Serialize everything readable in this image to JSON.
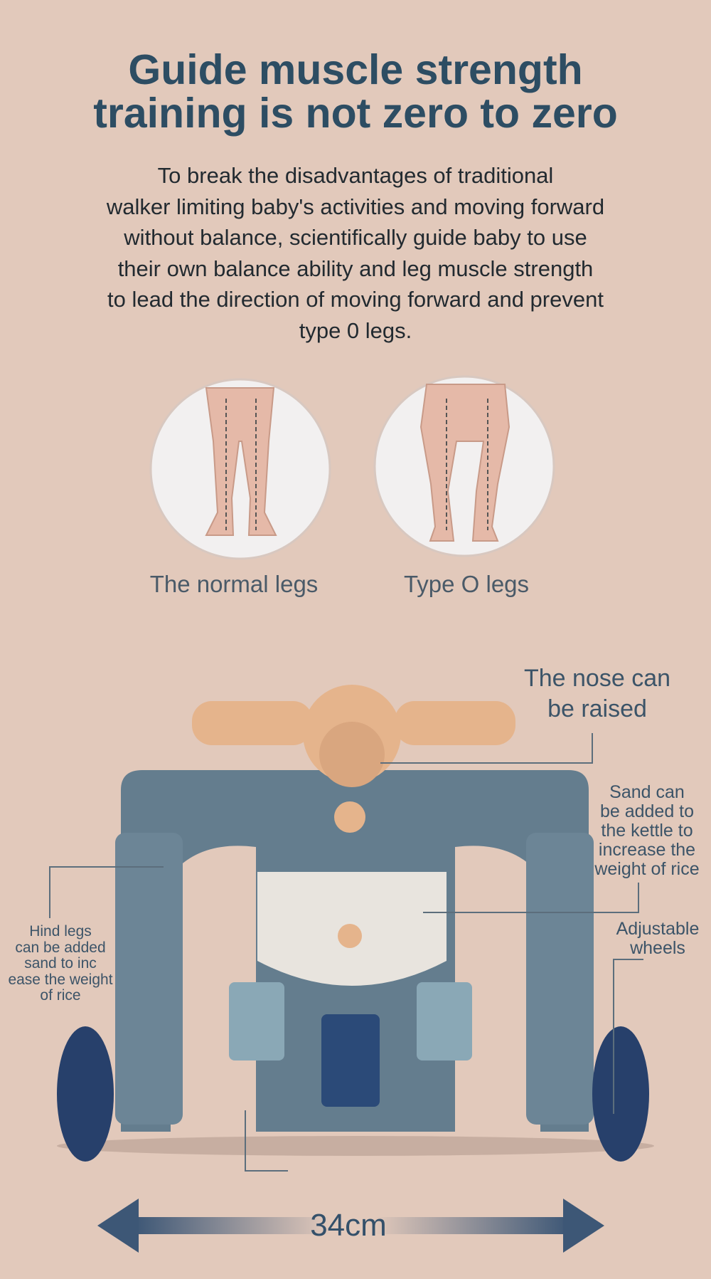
{
  "title": {
    "line1": "Guide muscle strength",
    "line2": "training is not zero to zero"
  },
  "description": [
    "To break the disadvantages of traditional",
    "walker limiting baby's activities and moving forward",
    "without balance, scientifically guide baby to use",
    "their own balance ability and leg muscle strength",
    "to lead the direction of moving forward and prevent",
    "type 0 legs."
  ],
  "comparison": {
    "normal_label": "The normal legs",
    "o_label": "Type O legs"
  },
  "annotations": {
    "nose": [
      "The nose can",
      "be raised"
    ],
    "kettle": [
      "Sand can",
      "be added to",
      "the kettle to",
      "increase the",
      "weight of rice"
    ],
    "wheels": [
      "Adjustable",
      "wheels"
    ],
    "hind_legs": [
      "Hind legs",
      "can be added",
      "sand to inc",
      "ease the weight",
      "of rice"
    ]
  },
  "dimension": {
    "width_label": "34cm"
  },
  "colors": {
    "background": "#e2c9bb",
    "title": "#2d4d63",
    "walker": "#647d8e",
    "accent": "#e8b58e"
  }
}
